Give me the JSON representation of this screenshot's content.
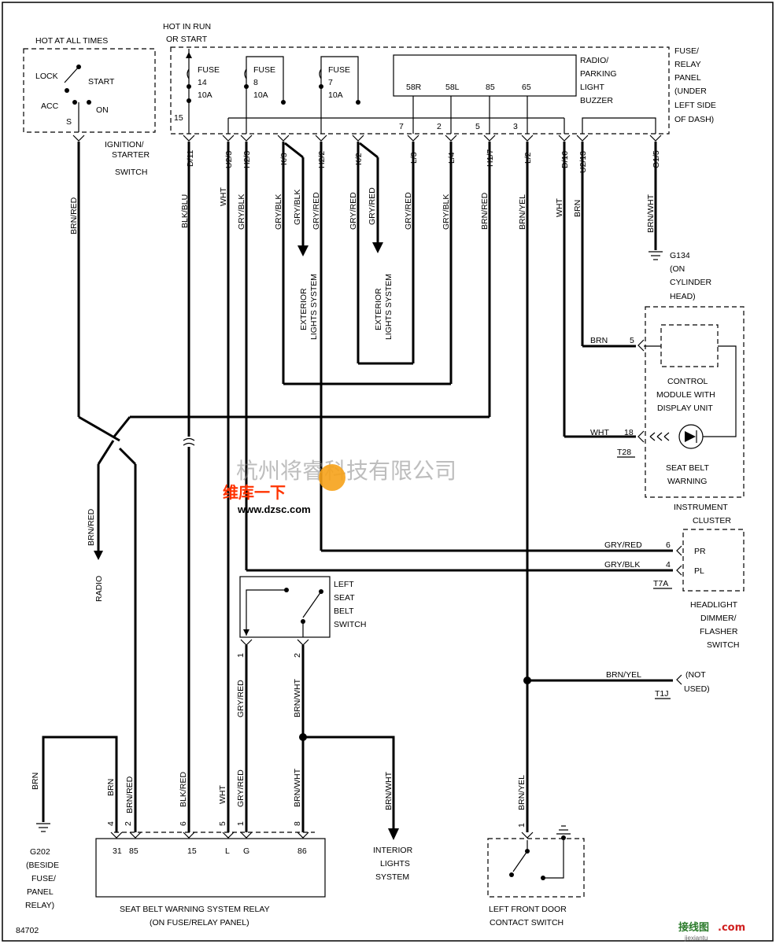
{
  "figure_id": "84702",
  "ignition": {
    "hot_label": "HOT AT ALL TIMES",
    "lock": "LOCK",
    "start": "START",
    "acc": "ACC",
    "on": "ON",
    "pin": "S",
    "title1": "IGNITION/",
    "title2": "STARTER",
    "title3": "SWITCH"
  },
  "hot_run": {
    "line1": "HOT IN RUN",
    "line2": "OR START"
  },
  "fuses": [
    {
      "name": "FUSE",
      "num": "14",
      "amp": "10A"
    },
    {
      "name": "FUSE",
      "num": "8",
      "amp": "10A"
    },
    {
      "name": "FUSE",
      "num": "7",
      "amp": "10A"
    }
  ],
  "fuse_panel": {
    "l1": "FUSE/",
    "l2": "RELAY",
    "l3": "PANEL",
    "l4": "(UNDER",
    "l5": "LEFT SIDE",
    "l6": "OF DASH)",
    "pin15": "15"
  },
  "radio_buzzer": {
    "l1": "RADIO/",
    "l2": "PARKING",
    "l3": "LIGHT",
    "l4": "BUZZER",
    "pins": [
      "58R",
      "58L",
      "85",
      "65"
    ]
  },
  "panel_pins": [
    "7",
    "2",
    "5",
    "3"
  ],
  "connectors": [
    "D/11",
    "U2/3",
    "H2/3",
    "K/3",
    "H2/2",
    "K/2",
    "L/3",
    "L/4",
    "H1/7",
    "L/2",
    "D/10",
    "U2/13",
    "G1/5"
  ],
  "wires": {
    "ign": "BRN/RED",
    "d11": "BLK/BLU",
    "u23": "WHT",
    "h23": "GRY/BLK",
    "k3a": "GRY/BLK",
    "k3b": "GRY/BLK",
    "h22": "GRY/RED",
    "k2a": "GRY/RED",
    "k2b": "GRY/RED",
    "l3": "GRY/RED",
    "l4": "GRY/BLK",
    "h17": "BRN/RED",
    "l2": "BRN/YEL",
    "d10": "WHT",
    "u213": "BRN",
    "g15": "BRN/WHT"
  },
  "exterior": {
    "l1": "EXTERIOR",
    "l2": "LIGHTS SYSTEM"
  },
  "ground_g134": {
    "l1": "G134",
    "l2": "(ON",
    "l3": "CYLINDER",
    "l4": "HEAD)"
  },
  "cluster": {
    "brn": "BRN",
    "pin5": "5",
    "wht": "WHT",
    "pin18": "18",
    "conn": "T28",
    "ctrl1": "CONTROL",
    "ctrl2": "MODULE WITH",
    "ctrl3": "DISPLAY UNIT",
    "seat1": "SEAT BELT",
    "seat2": "WARNING",
    "title1": "INSTRUMENT",
    "title2": "CLUSTER"
  },
  "dimmer": {
    "w1": "GRY/RED",
    "p1": "6",
    "w2": "GRY/BLK",
    "p2": "4",
    "pr": "PR",
    "pl": "PL",
    "conn": "T7A",
    "l1": "HEADLIGHT",
    "l2": "DIMMER/",
    "l3": "FLASHER",
    "l4": "SWITCH"
  },
  "radio_label": {
    "wire": "BRN/RED",
    "name": "RADIO"
  },
  "seat_switch": {
    "l1": "LEFT",
    "l2": "SEAT",
    "l3": "BELT",
    "l4": "SWITCH",
    "p1": "1",
    "p2": "2",
    "w1": "GRY/RED",
    "w2": "BRN/WHT"
  },
  "not_used": {
    "wire": "BRN/YEL",
    "l1": "(NOT",
    "l2": "USED)",
    "conn": "T1J"
  },
  "interior": {
    "wire": "BRN/WHT",
    "l1": "INTERIOR",
    "l2": "LIGHTS",
    "l3": "SYSTEM"
  },
  "relay": {
    "wires": [
      "BRN",
      "BRN/RED",
      "BLK/RED",
      "WHT",
      "GRY/RED",
      "BRN/WHT"
    ],
    "pins": [
      "4",
      "2",
      "6",
      "5",
      "1",
      "8"
    ],
    "terms": [
      "31",
      "85",
      "15",
      "L",
      "G",
      "86"
    ],
    "title1": "SEAT BELT WARNING SYSTEM RELAY",
    "title2": "(ON FUSE/RELAY PANEL)"
  },
  "ground_g202": {
    "wire": "BRN",
    "l1": "G202",
    "l2": "(BESIDE",
    "l3": "FUSE/",
    "l4": "PANEL",
    "l5": "RELAY)"
  },
  "door": {
    "wire": "BRN/YEL",
    "pin": "1",
    "l1": "LEFT FRONT DOOR",
    "l2": "CONTACT SWITCH"
  },
  "watermark": {
    "cn": "杭州将睿科技有限公司",
    "brand": "维库一下",
    "url": "www.dzsc.com",
    "corner": "接线图",
    "corner2": ".com",
    "corner3": "jiexiantu"
  }
}
